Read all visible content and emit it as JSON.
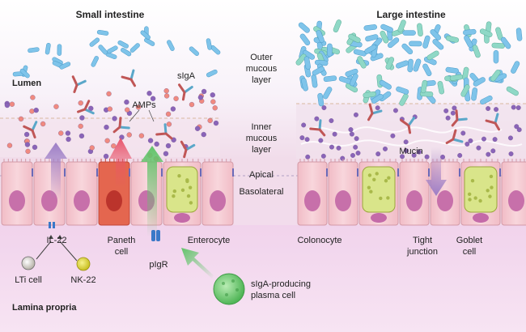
{
  "headings": {
    "small_intestine": "Small intestine",
    "large_intestine": "Large intestine"
  },
  "regions": {
    "lumen": "Lumen",
    "lamina_propria": "Lamina propria"
  },
  "layers": {
    "outer": [
      "Outer",
      "mucous",
      "layer"
    ],
    "inner": [
      "Inner",
      "mucous",
      "layer"
    ],
    "apical": "Apical",
    "basolateral": "Basolateral"
  },
  "labels": {
    "siga": "sIgA",
    "amps": "AMPs",
    "mucin": "Mucin",
    "il22": "IL-22",
    "lti": "LTi cell",
    "nk22": "NK-22",
    "paneth": [
      "Paneth",
      "cell"
    ],
    "enterocyte": "Enterocyte",
    "pigr": "pIgR",
    "plasma": [
      "sIgA-producing",
      "plasma cell"
    ],
    "colonocyte": "Colonocyte",
    "tight": [
      "Tight",
      "junction"
    ],
    "goblet": [
      "Goblet",
      "cell"
    ]
  },
  "colors": {
    "bacteria_blue": "#7fc4ea",
    "bacteria_teal": "#8fd8c6",
    "epithelium": "#f6cdd4",
    "nucleus": "#c46aa8",
    "paneth": "#e4664f",
    "goblet": "#d9e58a",
    "lamina": "#eccbe6",
    "amp_red": "#f08a80",
    "amp_purple": "#8a64b8",
    "arrow_green": "#62c46a",
    "arrow_purple": "#9d7ec6",
    "arrow_red": "#e8556b"
  }
}
